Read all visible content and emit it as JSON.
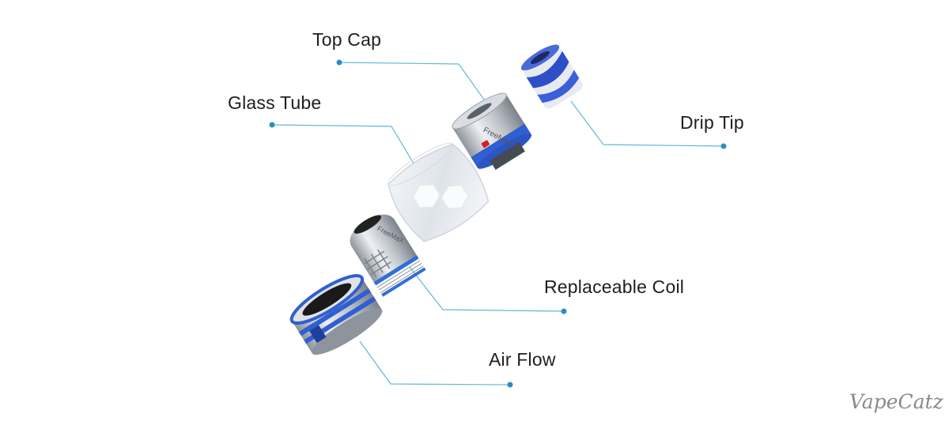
{
  "labels": {
    "top_cap": "Top Cap",
    "glass_tube": "Glass Tube",
    "drip_tip": "Drip Tip",
    "replaceable_coil": "Replaceable Coil",
    "air_flow": "Air Flow"
  },
  "brand_marks": {
    "top_cap": "FreeMaX",
    "coil": "FreeMaX"
  },
  "watermark": "VapeCatz",
  "colors": {
    "leader_line": "#5fb8d8",
    "leader_dot": "#2a8ec2",
    "accent_blue": "#2f5fd0",
    "steel": "#c8ccd2",
    "red_window": "#d42020"
  }
}
